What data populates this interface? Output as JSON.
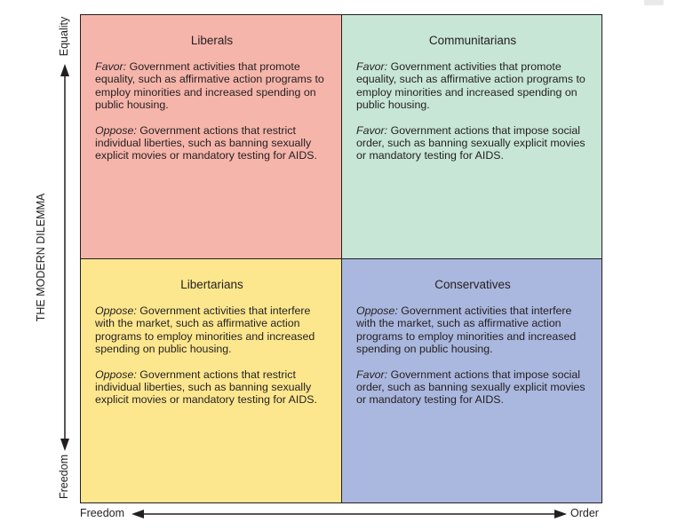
{
  "diagram": {
    "vertical_label": "THE MODERN DILEMMA",
    "axis": {
      "top": "Equality",
      "bottom_vertical": "Freedom",
      "left_horizontal": "Freedom",
      "right": "Order"
    },
    "quadrants": {
      "liberals": {
        "title": "Liberals",
        "p1_kw": "Favor:",
        "p1_text": " Government activities that promote equality, such as affirmative action programs to employ minorities and increased spending on public housing.",
        "p2_kw": "Oppose:",
        "p2_text": " Government actions that restrict individual liberties, such as banning sexually explicit movies or mandatory testing for AIDS."
      },
      "communitarians": {
        "title": "Communitarians",
        "p1_kw": "Favor:",
        "p1_text": " Government activities that promote equality, such as affirmative action programs to employ minorities and increased spending on public housing.",
        "p2_kw": "Favor:",
        "p2_text": " Government actions that impose social order, such as banning sexually explicit movies or mandatory testing for AIDS."
      },
      "libertarians": {
        "title": "Libertarians",
        "p1_kw": "Oppose:",
        "p1_text": " Government activities that interfere with the market, such as affirmative action programs to employ minorities and increased spending on public housing.",
        "p2_kw": "Oppose:",
        "p2_text": " Government actions that restrict individual liberties, such as banning sexually explicit movies or mandatory testing for AIDS."
      },
      "conservatives": {
        "title": "Conservatives",
        "p1_kw": "Oppose:",
        "p1_text": " Government activities that interfere with the market, such as affirmative action programs to employ minorities and increased spending on public housing.",
        "p2_kw": "Favor:",
        "p2_text": " Government actions that impose social order, such as banning sexually explicit movies or mandatory testing for AIDS."
      }
    }
  }
}
